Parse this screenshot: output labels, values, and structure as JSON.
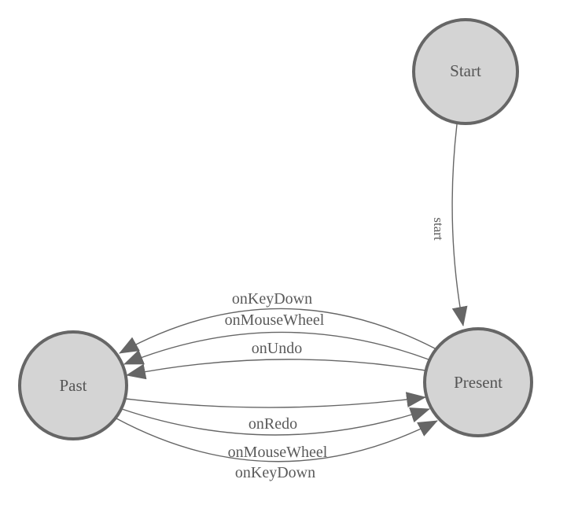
{
  "diagram": {
    "type": "state-machine-graph",
    "background_color": "#ffffff",
    "colors": {
      "node_fill": "#d4d4d4",
      "node_border": "#666666",
      "edge_stroke": "#666666",
      "arrowhead_fill": "#666666",
      "label_text": "#5a5a5a"
    },
    "nodes": [
      {
        "id": "start",
        "label": "Start"
      },
      {
        "id": "present",
        "label": "Present"
      },
      {
        "id": "past",
        "label": "Past"
      }
    ],
    "edges": [
      {
        "from": "start",
        "to": "present",
        "label": "start"
      },
      {
        "from": "present",
        "to": "past",
        "label": "onKeyDown"
      },
      {
        "from": "present",
        "to": "past",
        "label": "onMouseWheel"
      },
      {
        "from": "present",
        "to": "past",
        "label": "onUndo"
      },
      {
        "from": "past",
        "to": "present",
        "label": "onRedo"
      },
      {
        "from": "past",
        "to": "present",
        "label": "onMouseWheel"
      },
      {
        "from": "past",
        "to": "present",
        "label": "onKeyDown"
      }
    ]
  }
}
